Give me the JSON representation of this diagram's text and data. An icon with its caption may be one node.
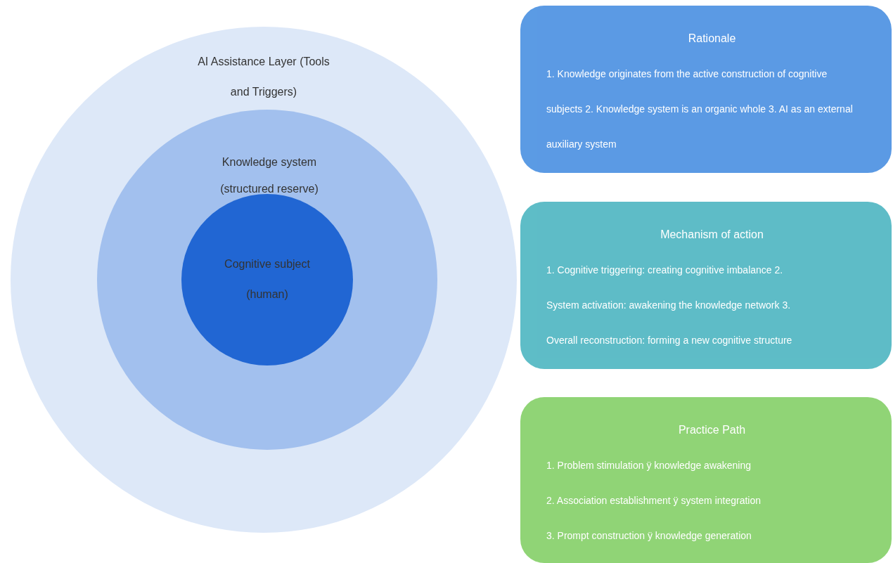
{
  "diagram": {
    "nodes": [
      {
        "text": [
          "AI Assistance Layer (Tools and Triggers)"
        ]
      },
      {
        "text": [
          "Knowledge system (structured reserve)"
        ],
        "in": 0
      },
      {
        "text": [
          "Cognitive subject (human)"
        ],
        "in": 1
      },
      {
        "text": [
          "Rationale",
          "1. Knowledge originates from the active construction of cognitive subjects 2. Knowledge system is an organic whole 3. AI as an external auxiliary system"
        ]
      },
      {
        "text": [
          "Mechanism of action",
          "1. Cognitive triggering: creating cognitive imbalance 2. System activation: awakening the knowledge network 3. Overall reconstruction: forming a new cognitive structure"
        ]
      },
      {
        "text": [
          "Practice Path",
          "1. Problem stimulation ÿ knowledge awakening",
          "2. Association establishment ÿ system integration",
          "3. Prompt construction ÿ knowledge generation"
        ]
      }
    ]
  }
}
